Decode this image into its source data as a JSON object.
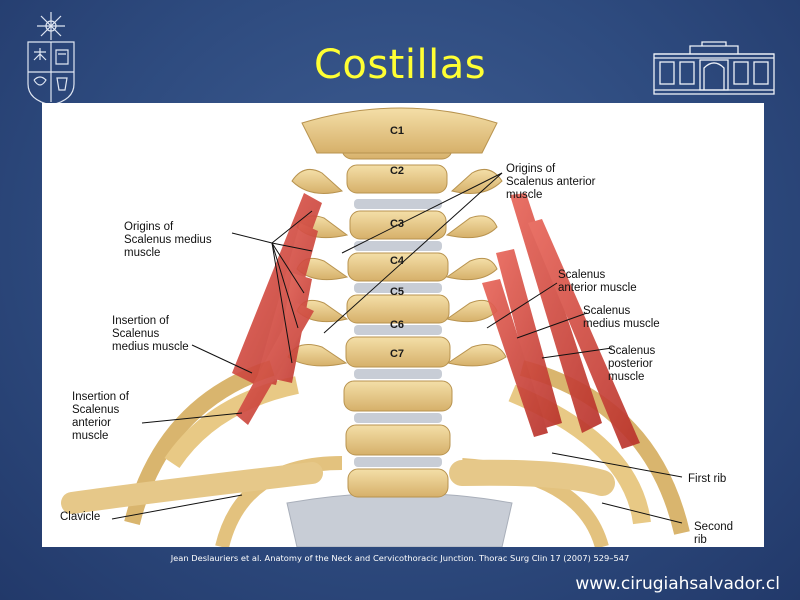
{
  "slide": {
    "title": "Costillas",
    "citation": "Jean Deslauriers et al. Anatomy of the Neck and Cervicothoracic Junction. Thorac Surg Clin 17 (2007) 529–547",
    "website": "www.cirugiahsalvador.cl",
    "colors": {
      "background": "#2e4b7f",
      "title": "#ffff33",
      "bone": "#eccf8f",
      "bone_shadow": "#c9a25a",
      "disc": "#c8cdd6",
      "muscle": "#d9473c"
    },
    "left_logo_icon": "university-shield-icon",
    "right_logo_icon": "hospital-building-icon"
  },
  "figure": {
    "vertebrae": [
      "C1",
      "C2",
      "C3",
      "C4",
      "C5",
      "C6",
      "C7"
    ],
    "labels": {
      "origins_scalenus_anterior": "Origins of\nScalenus anterior\nmuscle",
      "origins_scalenus_medius": "Origins of\nScalenus medius\nmuscle",
      "insertion_scalenus_medius": "Insertion of\nScalenus\nmedius muscle",
      "insertion_scalenus_anterior": "Insertion of\nScalenus\nanterior\nmuscle",
      "scalenus_anterior": "Scalenus\nanterior muscle",
      "scalenus_medius": "Scalenus\nmedius muscle",
      "scalenus_posterior": "Scalenus\nposterior\nmuscle",
      "first_rib": "First rib",
      "second_rib": "Second\nrib",
      "clavicle": "Clavicle"
    }
  }
}
